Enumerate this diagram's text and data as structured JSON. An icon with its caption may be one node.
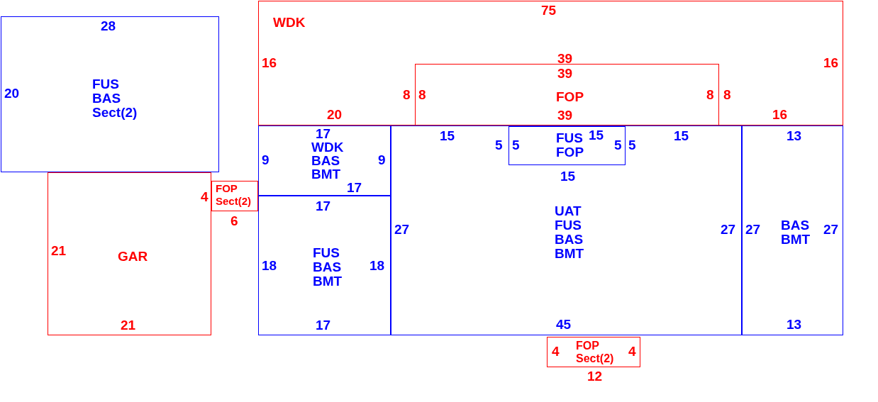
{
  "diagram": {
    "nodes": [
      {
        "text": [
          "FUS",
          "BAS",
          "Sect(2)",
          "28",
          "20"
        ]
      },
      {
        "text": [
          "GAR",
          "21",
          "21"
        ]
      },
      {
        "text": [
          "FOP",
          "Sect(2)"
        ],
        "beside": [
          "4",
          "6"
        ]
      },
      {
        "text": [
          "WDK",
          "75",
          "16",
          "16",
          "20",
          "16"
        ]
      },
      {
        "text": [
          "FOP",
          "39",
          "8",
          "8",
          "39"
        ],
        "in": 3,
        "beside": [
          "39",
          "8",
          "8"
        ]
      },
      {
        "text": [
          "WDK",
          "BAS",
          "BMT",
          "17",
          "9",
          "9",
          "17"
        ]
      },
      {
        "text": [
          "FUS",
          "BAS",
          "BMT",
          "17",
          "18",
          "18",
          "17"
        ]
      },
      {
        "text": [
          "UAT",
          "FUS",
          "BAS",
          "BMT",
          "15",
          "15",
          "27",
          "27",
          "45"
        ]
      },
      {
        "text": [
          "FUS",
          "FOP",
          "15",
          "5",
          "5"
        ],
        "in": 7,
        "beside": [
          "5",
          "5",
          "15"
        ]
      },
      {
        "text": [
          "BAS",
          "BMT",
          "13",
          "27",
          "27",
          "13"
        ]
      },
      {
        "text": [
          "FOP",
          "Sect(2)",
          "4",
          "4"
        ],
        "beside": [
          "12"
        ]
      }
    ]
  }
}
